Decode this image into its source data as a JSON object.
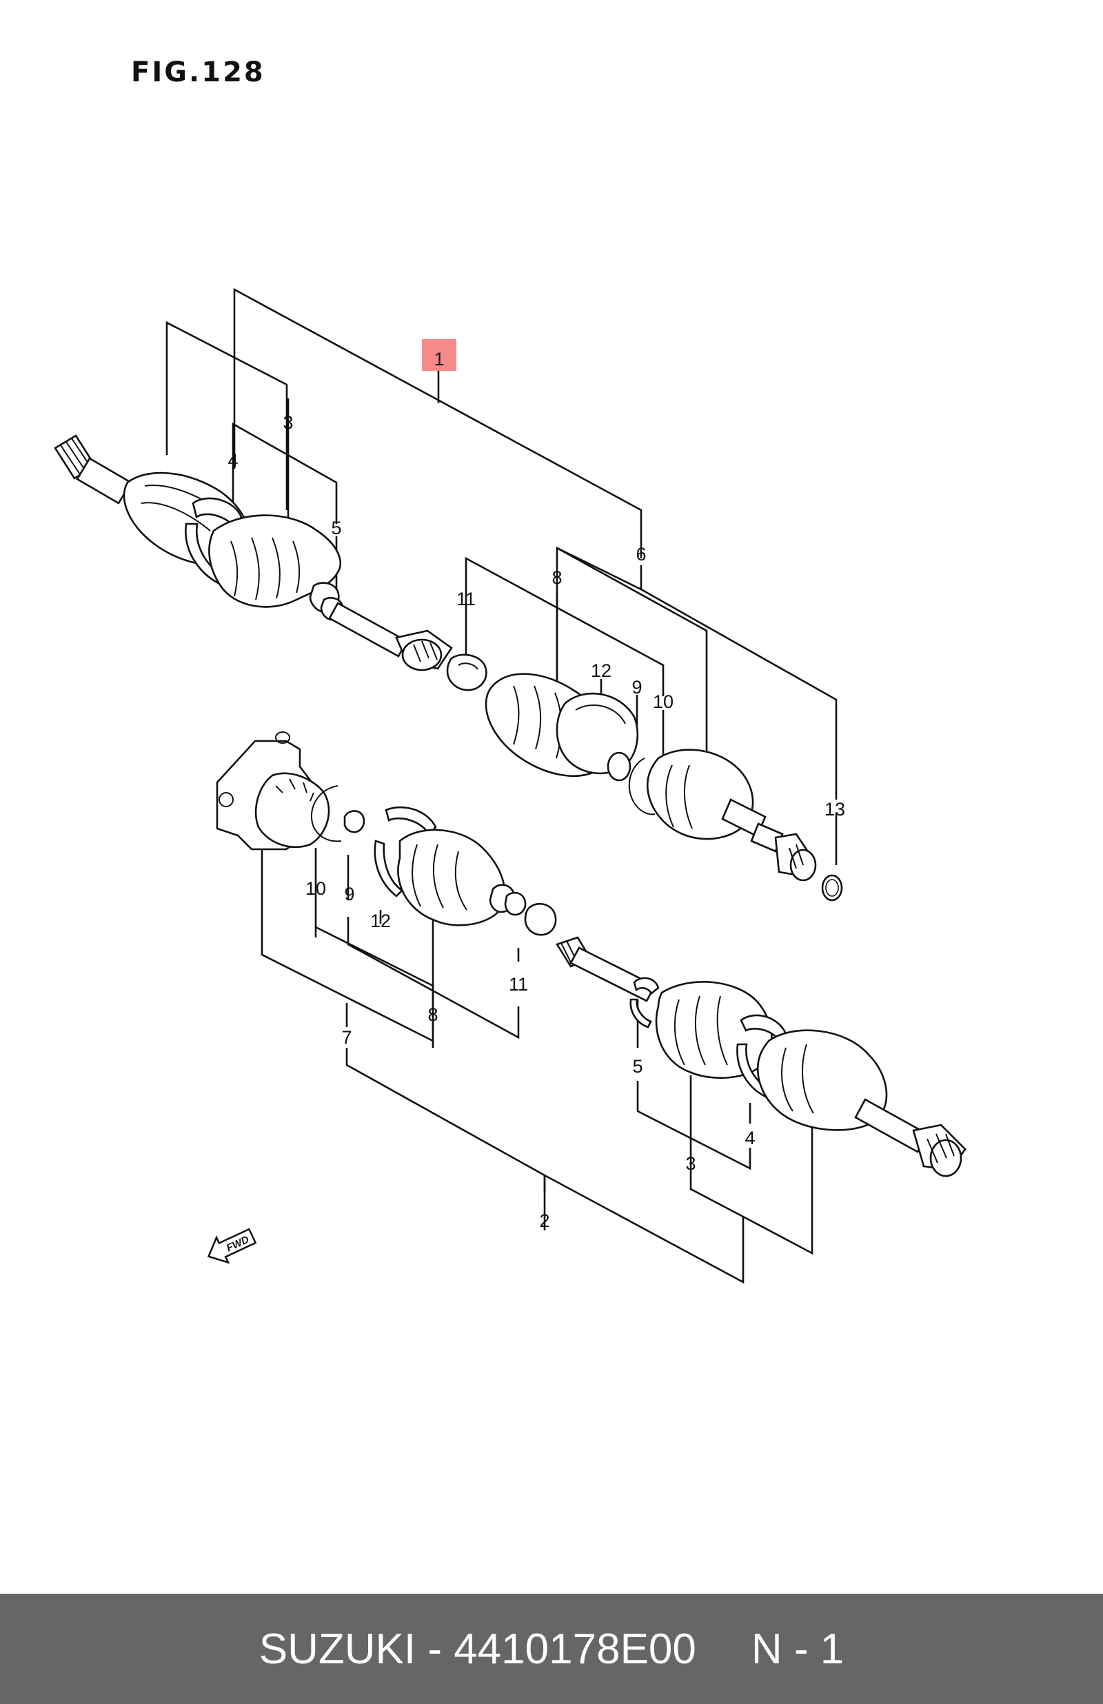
{
  "figure": {
    "title": "FIG.128"
  },
  "callouts": {
    "c1": "1",
    "c2": "2",
    "c3a": "3",
    "c3b": "3",
    "c4a": "4",
    "c4b": "4",
    "c5a": "5",
    "c5b": "5",
    "c6": "6",
    "c7": "7",
    "c8a": "8",
    "c8b": "8",
    "c9a": "9",
    "c9b": "9",
    "c10a": "10",
    "c10b": "10",
    "c11a": "11",
    "c11b": "11",
    "c12a": "12",
    "c12b": "12",
    "c13": "13"
  },
  "highlight": {
    "callout": "1",
    "color": "#f48a8a"
  },
  "fwd_badge": {
    "text": "FWD"
  },
  "footer": {
    "brand_part": "SUZUKI - 4410178E00",
    "position": "N - 1"
  }
}
